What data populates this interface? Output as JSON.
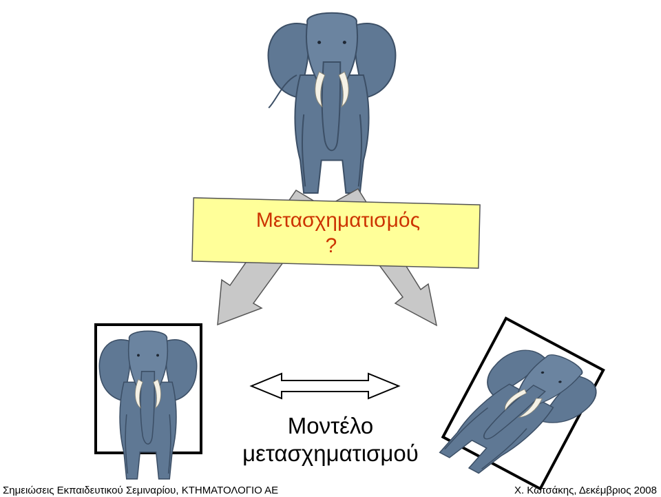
{
  "box": {
    "title": "Μετασχηματισμός",
    "question": "?"
  },
  "model": {
    "line1": "Μοντέλο",
    "line2": "μετασχηματισμού"
  },
  "footer": {
    "left": "Σημειώσεις Εκπαιδευτικού Σεμιναρίου, ΚΤΗΜΑΤΟΛΟΓΙΟ ΑΕ",
    "right": "Χ. Κωτσάκης, Δεκέμβριος 2008"
  },
  "colors": {
    "elephant_body": "#5f7894",
    "elephant_shadow": "#3c4f66",
    "tusk": "#f4f1e6",
    "box_fill": "#ffff99",
    "box_text": "#cc3300",
    "arrow_fill": "#c8c8c8"
  }
}
